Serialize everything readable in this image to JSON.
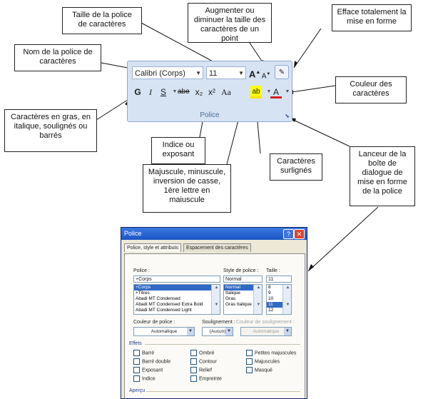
{
  "callouts": {
    "font_size": "Taille de la police de caractères",
    "grow_shrink": "Augmenter ou diminuer la taille des caractères de un point",
    "clear_formatting": "Efface totalement la mise en forme",
    "font_name": "Nom de la police de caractères",
    "font_color": "Couleur des caractères",
    "bold_italic": "Caractères en gras, en italique, soulignés ou barrés",
    "sub_superscript": "Indice ou exposant",
    "highlight": "Caractères surlignés",
    "case": "Majuscule, minuscule, inversion de casse, 1ère lettre en maiuscule",
    "launcher": "Lanceur de la boîte de dialogue de mise en forme de la police"
  },
  "ribbon": {
    "font_name": "Calibri (Corps)",
    "font_size": "11",
    "grow_label": "A",
    "shrink_label": "A",
    "bold": "G",
    "italic": "I",
    "underline": "S",
    "strike": "abe",
    "subscript": "x₂",
    "superscript": "x²",
    "change_case": "Aa",
    "highlight": "ab",
    "font_color": "A",
    "group_label": "Police"
  },
  "dialog": {
    "title": "Police",
    "tabs": [
      "Police, style et attributs",
      "Espacement des caractères"
    ],
    "font_label": "Police :",
    "font_value": "+Corps",
    "font_list": [
      "+Corps",
      "+Titres",
      "Abadi MT Condensed",
      "Abadi MT Condensed Extra Bold",
      "Abadi MT Condensed Light"
    ],
    "style_label": "Style de police :",
    "style_value": "Normal",
    "style_list": [
      "Normal",
      "Italique",
      "Gras",
      "Gras Italique"
    ],
    "size_label": "Taille :",
    "size_value": "11",
    "size_list": [
      "8",
      "9",
      "10",
      "11",
      "12"
    ],
    "color_label": "Couleur de police :",
    "color_value": "Automatique",
    "underline_label": "Soulignement :",
    "underline_value": "(Aucun)",
    "underline_color_label": "Couleur de soulignement :",
    "underline_color_value": "Automatique",
    "effects_label": "Effets",
    "effects": [
      "Barré",
      "Barré double",
      "Exposant",
      "Indice",
      "Ombré",
      "Contour",
      "Relief",
      "Empreinte",
      "Petites majuscules",
      "Majuscules",
      "Masqué"
    ],
    "preview_label": "Aperçu"
  },
  "colors": {
    "ribbon_bg": "#d6e3f3",
    "titlebar": "#1d56c7",
    "highlight": "#ffff00",
    "font_color": "#d42020"
  }
}
